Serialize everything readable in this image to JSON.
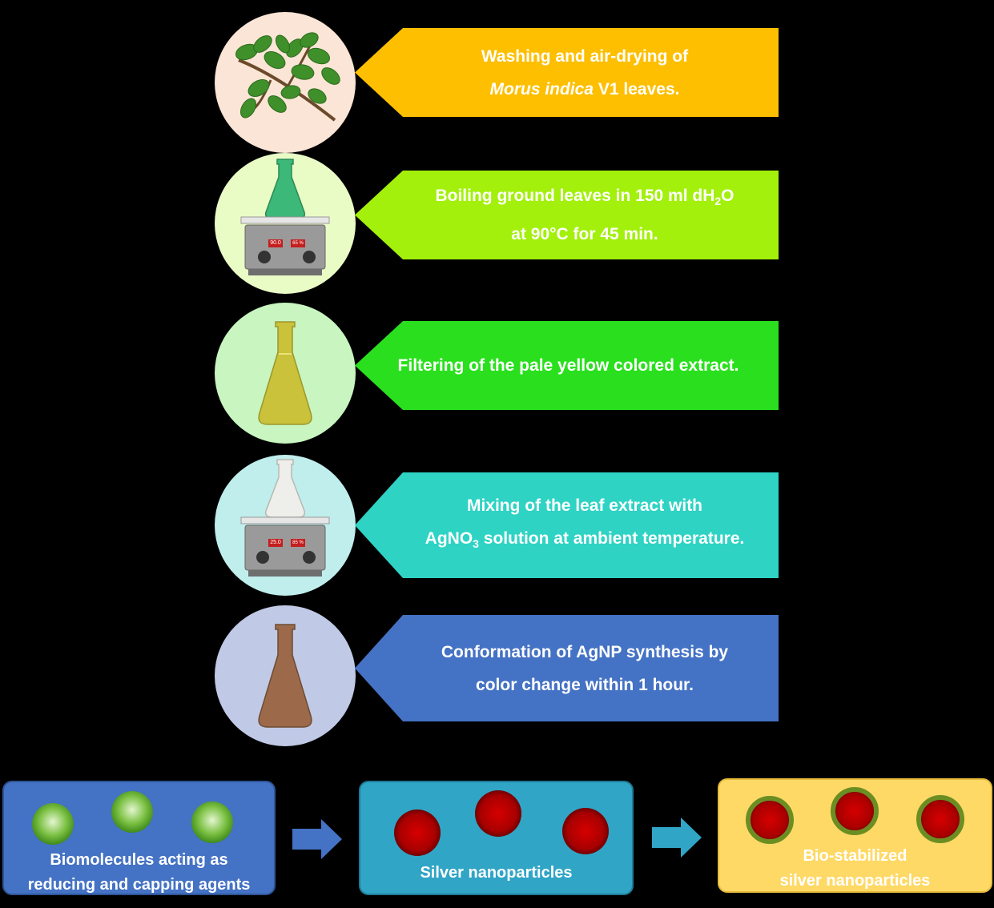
{
  "steps": [
    {
      "line1": "Washing and air-drying of",
      "line2_italic": "Morus indica",
      "line2_rest": " V1 leaves.",
      "box_color": "#fdbf00",
      "circle_color": "#fbe5d6",
      "icon": "leaves-branch-icon"
    },
    {
      "line1_pre": "Boiling ground leaves in 150 ml dH",
      "sub": "2",
      "line1_post": "O",
      "line2": "at 90°C for 45 min.",
      "display_left": "90.0",
      "display_right": "65 %",
      "box_color": "#a3f00c",
      "circle_color": "#eafcc6",
      "icon": "hotplate-green-flask-icon"
    },
    {
      "line1": "Filtering of the pale yellow colored extract.",
      "box_color": "#2ae01e",
      "circle_color": "#c8f5c0",
      "icon": "yellow-flask-icon"
    },
    {
      "line1": "Mixing of the leaf extract with",
      "line2_pre": "AgNO",
      "sub": "3",
      "line2_post": " solution at ambient temperature.",
      "display_left": "25.0",
      "display_right": "85 %",
      "box_color": "#2ed3c4",
      "circle_color": "#bfeeed",
      "icon": "hotplate-white-flask-icon"
    },
    {
      "line1": "Conformation of AgNP synthesis by",
      "line2": "color change within 1 hour.",
      "box_color": "#4472c4",
      "circle_color": "#c0cae6",
      "icon": "brown-flask-icon"
    }
  ],
  "bottom": [
    {
      "line1": "Biomolecules acting as",
      "line2": "reducing and capping agents",
      "color": "#4472c4",
      "icon": "green-biomolecule-sphere-icon"
    },
    {
      "line1": "Silver nanoparticles",
      "color": "#30a5c6",
      "icon": "red-nanoparticle-icon"
    },
    {
      "line1": "Bio-stabilized",
      "line2": "silver nanoparticles",
      "color": "#ffd966",
      "icon": "capped-nanoparticle-icon"
    }
  ],
  "arrow_colors": [
    "#4472c4",
    "#30a5c6"
  ]
}
